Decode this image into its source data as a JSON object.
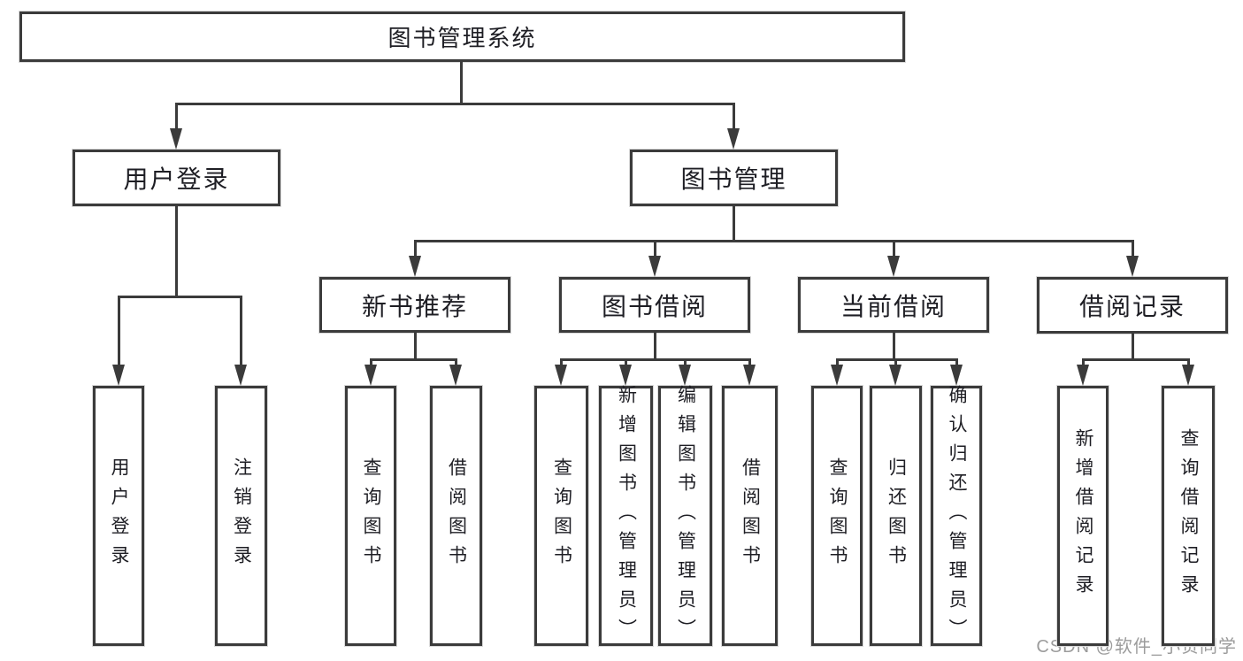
{
  "colors": {
    "line": "#3b3b3b",
    "text": "#1e1e24",
    "watermark": "#9c9c9c",
    "background": "#ffffff"
  },
  "watermark": {
    "text": "CSDN @软件_小贺同学"
  },
  "tree": {
    "id": "library-management-system",
    "label": "图书管理系统",
    "children": [
      {
        "id": "user-login",
        "label": "用户登录",
        "children": [
          {
            "id": "login",
            "label": "用户登录"
          },
          {
            "id": "logout",
            "label": "注销登录"
          }
        ]
      },
      {
        "id": "book-management",
        "label": "图书管理",
        "children": [
          {
            "id": "new-book-recommendation",
            "label": "新书推荐",
            "children": [
              {
                "id": "query-books",
                "label": "查询图书"
              },
              {
                "id": "borrow-books",
                "label": "借阅图书"
              }
            ]
          },
          {
            "id": "book-borrowing",
            "label": "图书借阅",
            "children": [
              {
                "id": "query-books",
                "label": "查询图书"
              },
              {
                "id": "add-books-admin",
                "label": "新增图书（管理员）"
              },
              {
                "id": "edit-books-admin",
                "label": "编辑图书（管理员）"
              },
              {
                "id": "borrow-books",
                "label": "借阅图书"
              }
            ]
          },
          {
            "id": "current-borrowing",
            "label": "当前借阅",
            "children": [
              {
                "id": "query-books",
                "label": "查询图书"
              },
              {
                "id": "return-books",
                "label": "归还图书"
              },
              {
                "id": "confirm-return-admin",
                "label": "确认归还（管理员）"
              }
            ]
          },
          {
            "id": "borrowing-records",
            "label": "借阅记录",
            "children": [
              {
                "id": "add-borrowing-record",
                "label": "新增借阅记录"
              },
              {
                "id": "query-borrowing-record",
                "label": "查询借阅记录"
              }
            ]
          }
        ]
      }
    ]
  }
}
